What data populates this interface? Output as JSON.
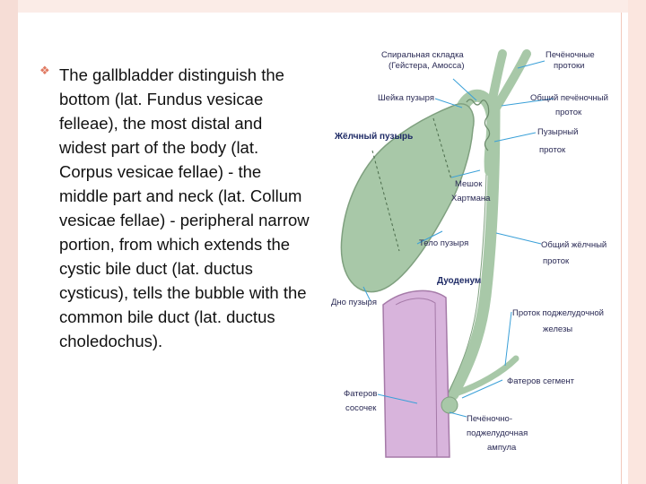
{
  "slide": {
    "bullet_symbol": "❖",
    "text": "The gallbladder distinguish the bottom (lat. Fundus vesicae felleae), the most distal and widest part of the body (lat. Corpus vesicae fellae) - the middle part and neck (lat. Collum vesicae fellae) - peripheral narrow portion, from which extends the cystic bile duct (lat. ductus cysticus), tells the bubble with the common bile duct (lat. ductus choledochus)."
  },
  "diagram": {
    "labels": {
      "spiral_fold_1": "Спиральная складка",
      "spiral_fold_2": "(Гейстера, Амосса)",
      "hepatic_ducts_1": "Печёночные",
      "hepatic_ducts_2": "протоки",
      "neck": "Шейка пузыря",
      "common_hepatic_1": "Общий печёночный",
      "common_hepatic_2": "проток",
      "gallbladder": "Жёлчный пузырь",
      "cystic_duct_1": "Пузырный",
      "cystic_duct_2": "проток",
      "hartmann_1": "Мешок",
      "hartmann_2": "Хартмана",
      "body": "Тело пузыря",
      "common_bile_1": "Общий жёлчный",
      "common_bile_2": "проток",
      "duodenum": "Дуоденум",
      "fundus": "Дно пузыря",
      "pancreatic_1": "Проток поджелудочной",
      "pancreatic_2": "железы",
      "vater_papilla_1": "Фатеров",
      "vater_papilla_2": "сосочек",
      "vater_segment": "Фатеров сегмент",
      "ampulla_1": "Печёночно-",
      "ampulla_2": "поджелудочная",
      "ampulla_3": "ампула"
    },
    "colors": {
      "gallbladder_fill": "#a8c8a8",
      "gallbladder_stroke": "#7fa07f",
      "duodenum_fill": "#d8b4dc",
      "duodenum_stroke": "#a57aa8",
      "leader": "#3aa0d8"
    }
  }
}
